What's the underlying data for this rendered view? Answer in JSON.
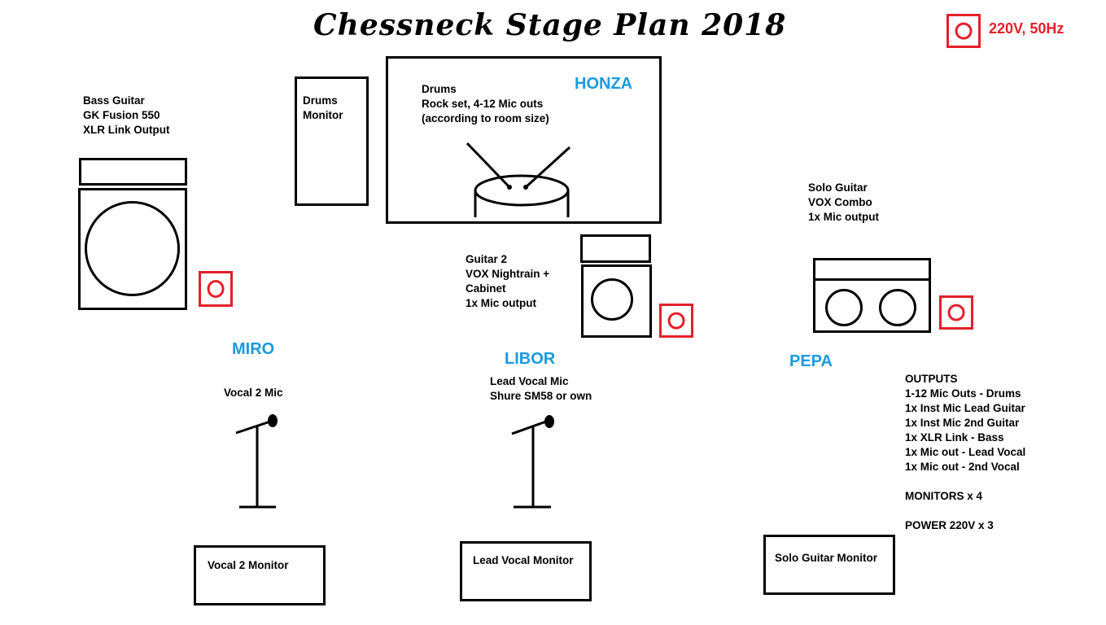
{
  "title": "Chessneck Stage Plan 2018",
  "power": {
    "label": "220V, 50Hz",
    "color": "#e3202a"
  },
  "accent_name_color": "#1a9ae0",
  "members": {
    "honza": "HONZA",
    "miro": "MIRO",
    "libor": "LIBOR",
    "pepa": "PEPA"
  },
  "bass": {
    "lines": [
      "Bass Guitar",
      "GK Fusion 550",
      "XLR Link Output"
    ]
  },
  "drums_monitor": {
    "lines": [
      "Drums",
      "Monitor"
    ]
  },
  "drums": {
    "lines": [
      "Drums",
      "Rock set, 4-12 Mic outs",
      "(according to room size)"
    ]
  },
  "guitar2": {
    "lines": [
      "Guitar 2",
      "VOX Nightrain +",
      "Cabinet",
      "1x Mic output"
    ]
  },
  "solo_guitar": {
    "lines": [
      "Solo Guitar",
      "VOX Combo",
      "1x Mic output"
    ]
  },
  "vocal2_mic": "Vocal 2 Mic",
  "lead_vocal_mic": {
    "lines": [
      "Lead Vocal Mic",
      "Shure SM58 or own"
    ]
  },
  "monitors": {
    "vocal2": "Vocal 2 Monitor",
    "lead_vocal": "Lead Vocal Monitor",
    "solo_guitar": "Solo Guitar Monitor"
  },
  "summary": {
    "outputs_heading": "OUTPUTS",
    "outputs": [
      "1-12 Mic Outs - Drums",
      "1x Inst Mic Lead Guitar",
      "1x Inst Mic 2nd Guitar",
      "1x XLR Link - Bass",
      "1x Mic out - Lead Vocal",
      "1x Mic out - 2nd Vocal"
    ],
    "monitors": "MONITORS x 4",
    "power": "POWER 220V x 3"
  }
}
